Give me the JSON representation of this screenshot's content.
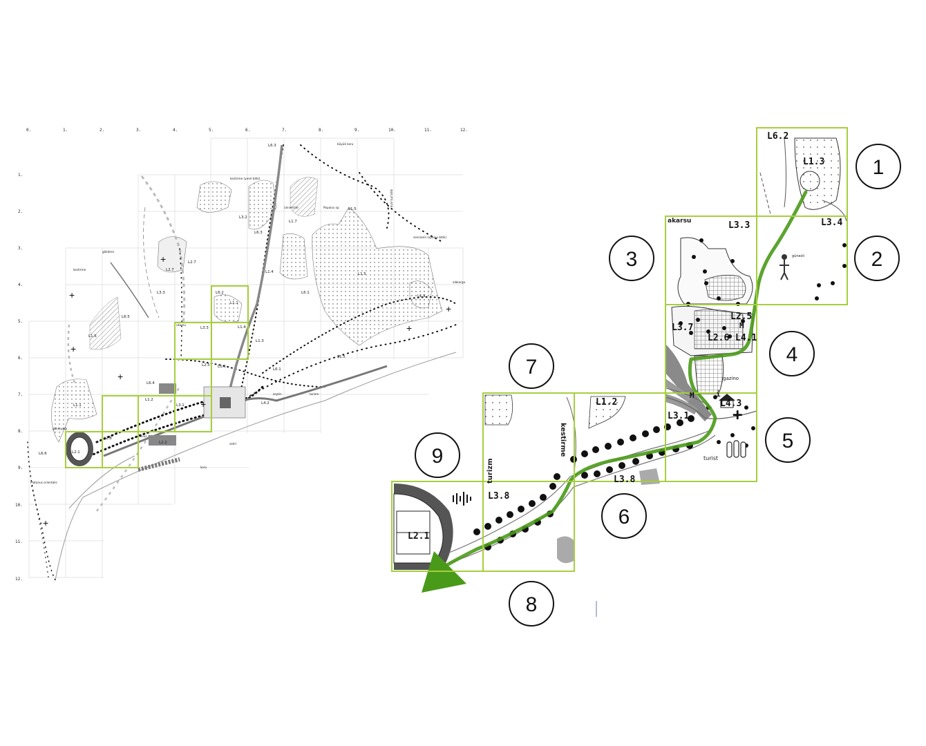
{
  "accent_color": "#a6cf3c",
  "route_color": "#4a9a1a",
  "left_map": {
    "column_ticks": [
      "0.",
      "1.",
      "2.",
      "3.",
      "4.",
      "5.",
      "6.",
      "7.",
      "8.",
      "9.",
      "10.",
      "11.",
      "12."
    ],
    "row_ticks": [
      "1.",
      "2.",
      "3.",
      "4.",
      "5.",
      "6.",
      "7.",
      "8.",
      "9.",
      "10.",
      "11.",
      "12."
    ],
    "place_labels": {
      "buyuk_koru": "büyük koru",
      "sezer_yucel": "kestirme (yerel bitki)",
      "universite": "üniversite",
      "populus": "Populus sp.",
      "kizil": "kızıl tuz bitki",
      "gokdere": "gökdere",
      "kestirme": "kestirme",
      "sonraki": "sonrasen (sporcu bitki)",
      "alakarga": "alakarga",
      "akarsu": "akarsu",
      "turizm": "turizm",
      "havuz": "havuz",
      "koru": "koru",
      "sahil": "sahil",
      "platanus": "Platanus orientalis",
      "gokkusagi": "gökkuşağı",
      "zeytin": "zeytin"
    },
    "zone_labels": [
      "L6.3",
      "L3.2",
      "L6.3",
      "L1.7",
      "L1.5",
      "L2.7",
      "L2.7",
      "L3.3",
      "L6.2",
      "L1.1",
      "L1.4",
      "L3.3",
      "L1.4",
      "L1.5",
      "L6.1",
      "L1.5",
      "L6.5",
      "L1.6",
      "L1.5",
      "L6.4",
      "L1.1",
      "L1.2",
      "L3.1",
      "L2.8",
      "L2.1",
      "L2.2",
      "L6.6",
      "L1.3",
      "L2.5",
      "L1.6",
      "L6.1",
      "L4.2"
    ]
  },
  "right_map": {
    "zones": [
      "L6.2",
      "L1.3",
      "L3.3",
      "L3.4",
      "L2.5",
      "L3.7",
      "L2.6",
      "L4.1",
      "L1.2",
      "L3.1",
      "L4.3",
      "L3.8",
      "L3.8",
      "L2.1"
    ],
    "place_labels": {
      "akarsu": "akarsu",
      "gazino": "gazino",
      "turist": "turist",
      "kestirme": "kestirme",
      "turizm": "turizm",
      "gunesli": "günesli"
    },
    "markers": {
      "metro": "M",
      "cross": "+",
      "info": "i"
    }
  },
  "steps": [
    "1",
    "2",
    "3",
    "4",
    "5",
    "6",
    "7",
    "8",
    "9"
  ]
}
